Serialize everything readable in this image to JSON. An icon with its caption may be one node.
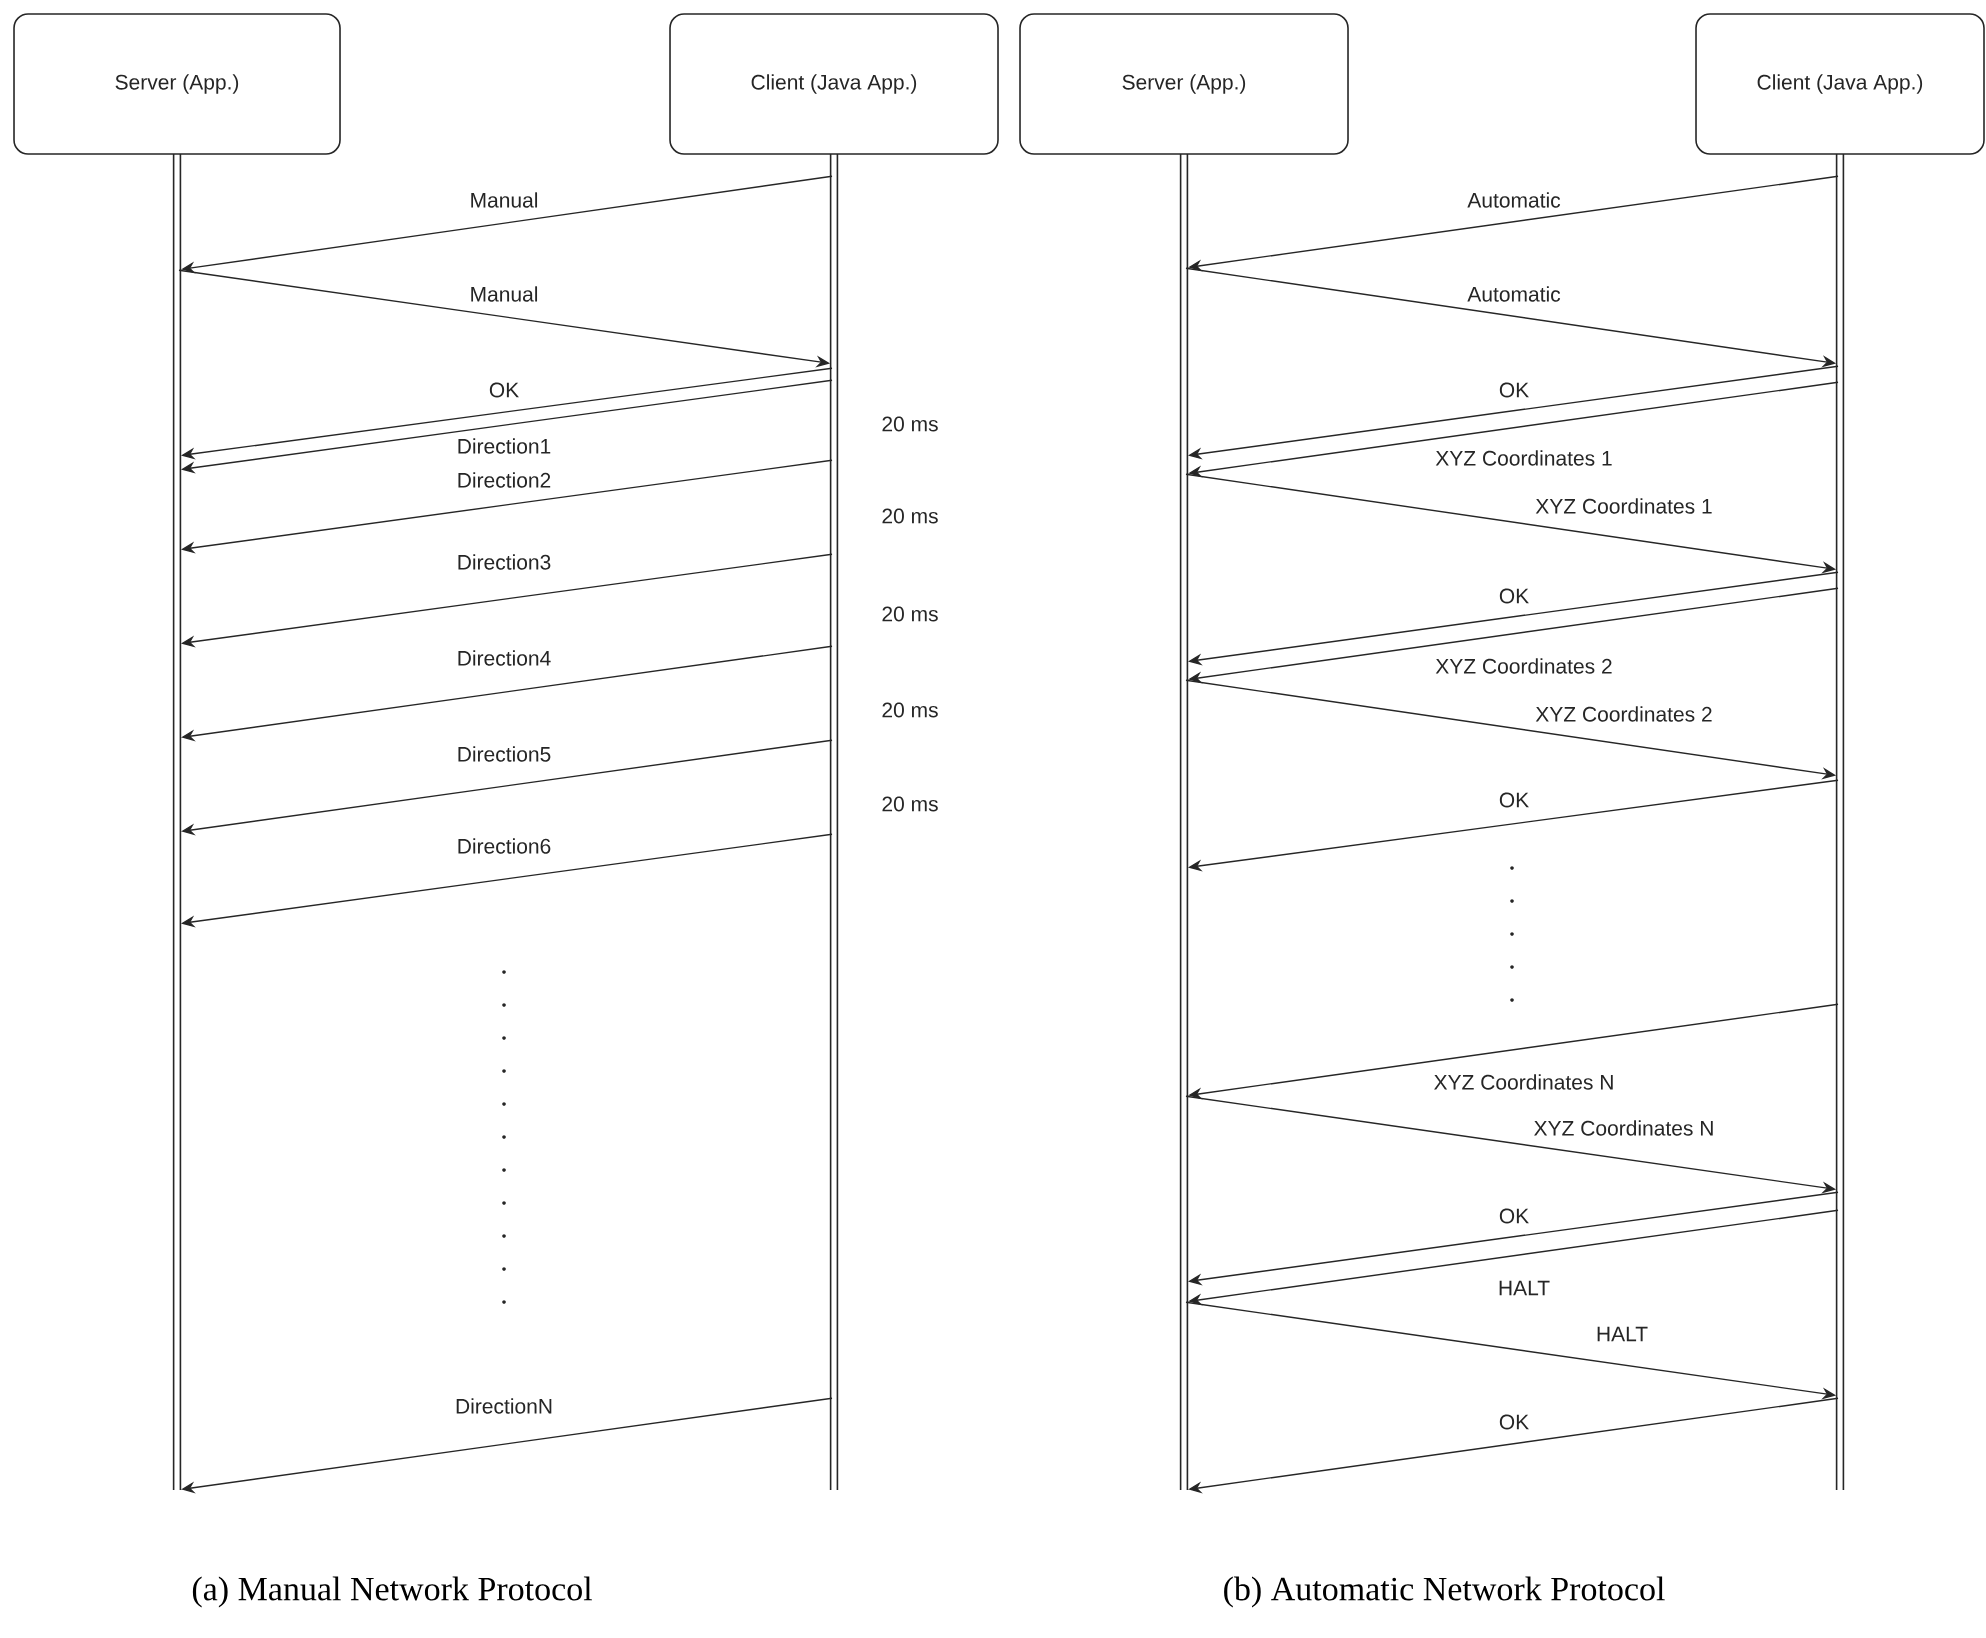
{
  "diagram": {
    "nodes": [
      {
        "text": [
          "Server (App.)"
        ]
      },
      {
        "text": [
          "Client (Java App.)"
        ]
      },
      {
        "text": [
          "Server (App.)"
        ]
      },
      {
        "text": [
          "Client (Java App.)"
        ]
      }
    ],
    "edges": [
      {
        "from": 1,
        "to": 0,
        "arrow": "to",
        "label": "Manual"
      },
      {
        "from": 0,
        "to": 1,
        "arrow": "to",
        "label": "Manual"
      },
      {
        "from": 1,
        "to": 0,
        "arrow": "to",
        "label": "OK"
      },
      {
        "from": 1,
        "to": 0,
        "arrow": "to",
        "label": "Direction1"
      },
      {
        "from": 1,
        "to": 0,
        "arrow": "to",
        "label": "Direction2"
      },
      {
        "from": 1,
        "to": 0,
        "arrow": "to",
        "label": "Direction3"
      },
      {
        "from": 1,
        "to": 0,
        "arrow": "to",
        "label": "Direction4"
      },
      {
        "from": 1,
        "to": 0,
        "arrow": "to",
        "label": "Direction5"
      },
      {
        "from": 1,
        "to": 0,
        "arrow": "to",
        "label": "Direction6"
      },
      {
        "from": 1,
        "to": 0,
        "arrow": "to",
        "label": "DirectionN"
      },
      {
        "from": 3,
        "to": 2,
        "arrow": "to",
        "label": "Automatic"
      },
      {
        "from": 2,
        "to": 3,
        "arrow": "to",
        "label": "Automatic"
      },
      {
        "from": 3,
        "to": 2,
        "arrow": "to",
        "label": "OK"
      },
      {
        "from": 3,
        "to": 2,
        "arrow": "to",
        "label": "XYZ Coordinates 1"
      },
      {
        "from": 2,
        "to": 3,
        "arrow": "to",
        "label": "XYZ Coordinates 1"
      },
      {
        "from": 3,
        "to": 2,
        "arrow": "to",
        "label": "OK"
      },
      {
        "from": 3,
        "to": 2,
        "arrow": "to",
        "label": "XYZ Coordinates 2"
      },
      {
        "from": 2,
        "to": 3,
        "arrow": "to",
        "label": "XYZ Coordinates 2"
      },
      {
        "from": 3,
        "to": 2,
        "arrow": "to",
        "label": "OK"
      },
      {
        "from": 3,
        "to": 2,
        "arrow": "to",
        "label": "XYZ Coordinates N"
      },
      {
        "from": 2,
        "to": 3,
        "arrow": "to",
        "label": "XYZ Coordinates N"
      },
      {
        "from": 3,
        "to": 2,
        "arrow": "to",
        "label": "OK"
      },
      {
        "from": 3,
        "to": 2,
        "arrow": "to",
        "label": "HALT"
      },
      {
        "from": 2,
        "to": 3,
        "arrow": "to",
        "label": "HALT"
      },
      {
        "from": 3,
        "to": 2,
        "arrow": "to",
        "label": "OK"
      }
    ],
    "labels": [
      "20 ms",
      "20 ms",
      "20 ms",
      "20 ms",
      "20 ms",
      "(a) Manual Network Protocol",
      "(b) Automatic Network Protocol"
    ]
  }
}
